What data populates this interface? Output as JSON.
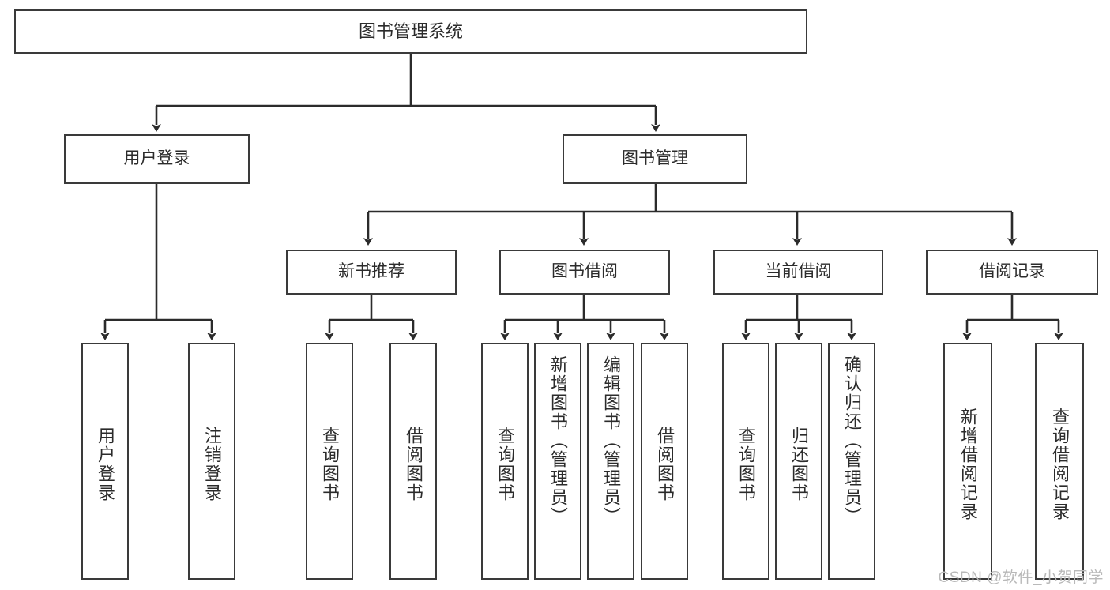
{
  "diagram": {
    "type": "tree-hierarchy-diagram",
    "title": "图书管理系统",
    "root": {
      "label": "图书管理系统",
      "name": "root-node-library-management-system"
    },
    "level2": [
      {
        "label": "用户登录",
        "name": "node-user-login"
      },
      {
        "label": "图书管理",
        "name": "node-book-management"
      }
    ],
    "level3": [
      {
        "label": "新书推荐",
        "name": "node-new-book-recommendation"
      },
      {
        "label": "图书借阅",
        "name": "node-book-borrowing"
      },
      {
        "label": "当前借阅",
        "name": "node-current-borrowing"
      },
      {
        "label": "借阅记录",
        "name": "node-borrowing-record"
      }
    ],
    "leaves_user_login": [
      {
        "label": "用户登录",
        "name": "leaf-user-login"
      },
      {
        "label": "注销登录",
        "name": "leaf-logout-login"
      }
    ],
    "leaves_new_book": [
      {
        "label": "查询图书",
        "name": "leaf-query-book-1"
      },
      {
        "label": "借阅图书",
        "name": "leaf-borrow-book-1"
      }
    ],
    "leaves_book_borrowing": [
      {
        "label": "查询图书",
        "name": "leaf-query-book-2"
      },
      {
        "label": "新增图书（管理员）",
        "name": "leaf-add-book-admin"
      },
      {
        "label": "编辑图书（管理员）",
        "name": "leaf-edit-book-admin"
      },
      {
        "label": "借阅图书",
        "name": "leaf-borrow-book-2"
      }
    ],
    "leaves_current_borrowing": [
      {
        "label": "查询图书",
        "name": "leaf-query-book-3"
      },
      {
        "label": "归还图书",
        "name": "leaf-return-book"
      },
      {
        "label": "确认归还（管理员）",
        "name": "leaf-confirm-return-admin"
      }
    ],
    "leaves_borrowing_record": [
      {
        "label": "新增借阅记录",
        "name": "leaf-add-borrow-record"
      },
      {
        "label": "查询借阅记录",
        "name": "leaf-query-borrow-record"
      }
    ]
  },
  "watermark": {
    "text": "CSDN @软件_小贺同学"
  },
  "colors": {
    "background": "#ffffff",
    "box_border": "#3a3a3a",
    "connector": "#2b2b2b",
    "text": "#2b2b2b",
    "watermark": "#b9b9b9"
  }
}
